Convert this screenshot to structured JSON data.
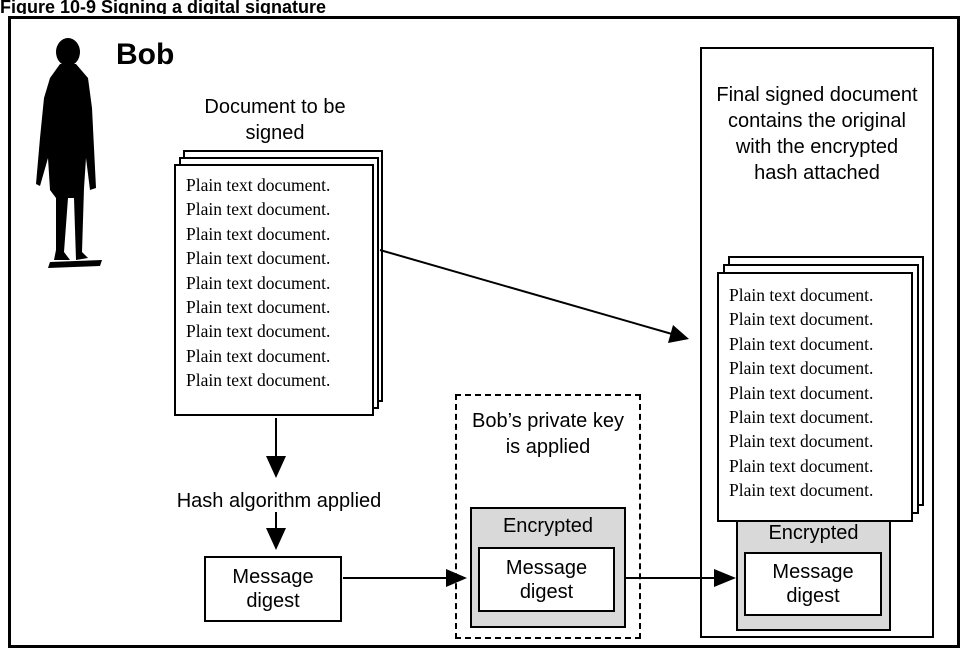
{
  "caption": "Figure 10-9 Signing a digital signature",
  "actor": {
    "name": "Bob"
  },
  "source_document": {
    "label": "Document to be signed",
    "lines": [
      "Plain text document.",
      "Plain text document.",
      "Plain text document.",
      "Plain text document.",
      "Plain text document.",
      "Plain text document.",
      "Plain text document.",
      "Plain text document.",
      "Plain text document."
    ]
  },
  "hash_step": {
    "label": "Hash algorithm applied"
  },
  "message_digest": {
    "label": "Message digest"
  },
  "private_key_step": {
    "label": "Bob’s private key is applied",
    "encrypted_label": "Encrypted",
    "digest_label": "Message digest"
  },
  "final_document": {
    "label": "Final signed document contains the original with the encrypted hash attached",
    "lines": [
      "Plain text document.",
      "Plain text document.",
      "Plain text document.",
      "Plain text document.",
      "Plain text document.",
      "Plain text document.",
      "Plain text document.",
      "Plain text document.",
      "Plain text document."
    ],
    "encrypted_label": "Encrypted",
    "digest_label": "Message digest"
  },
  "colors": {
    "line": "#000000",
    "encrypted_fill": "#d9d9d9",
    "background": "#ffffff"
  }
}
